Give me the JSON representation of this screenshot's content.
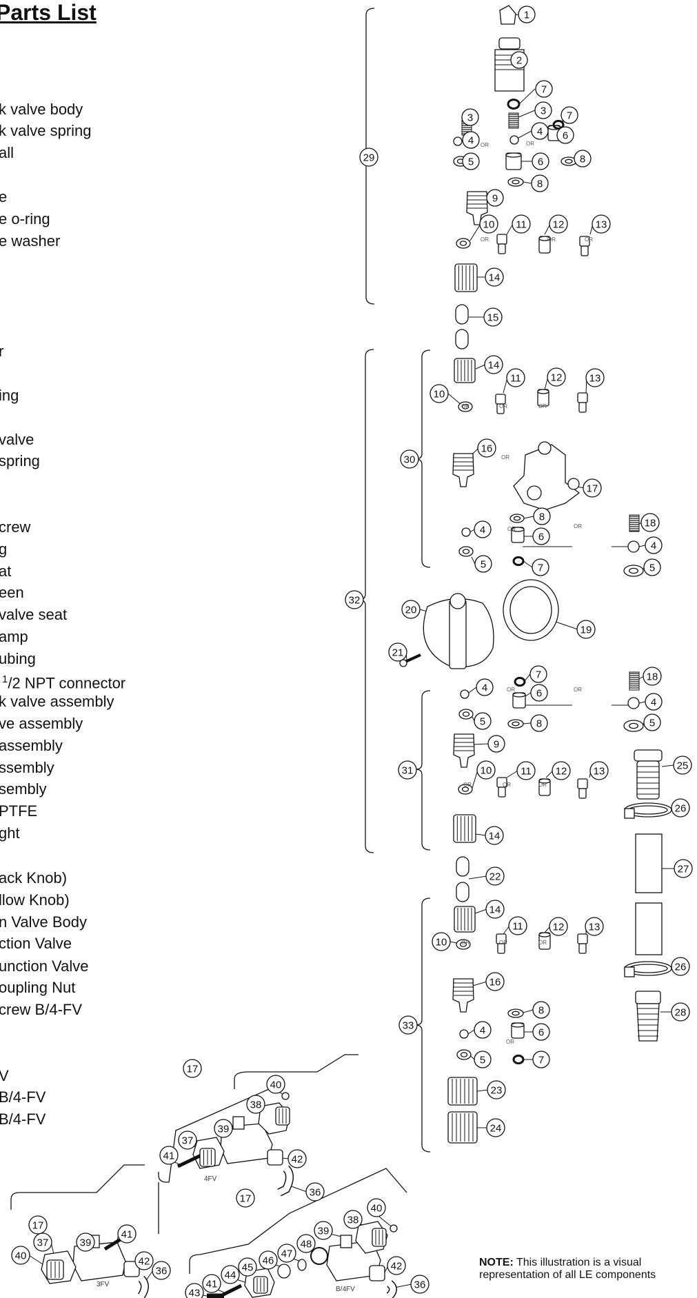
{
  "title": "Parts List",
  "parts_list": [
    "k valve body",
    "k valve spring",
    "all",
    "e",
    "e o-ring",
    "e washer",
    "r",
    "ing",
    "valve",
    "spring",
    "crew",
    "g",
    "at",
    "een",
    "valve seat",
    "amp",
    "ubing",
    "/2 NPT connector",
    "k valve assembly",
    "ve assembly",
    "assembly",
    "ssembly",
    "sembly",
    "PTFE",
    "ght",
    "ack Knob)",
    "llow Knob)",
    "n Valve Body",
    "ction Valve",
    "unction Valve",
    "oupling Nut",
    "crew B/4-FV",
    "V",
    "B/4-FV",
    "B/4-FV"
  ],
  "connector_fraction_numerator": "1",
  "diagram": {
    "or_text": "OR",
    "sub_labels": {
      "4fv": "4FV",
      "3fv": "3FV",
      "b4fv": "B/4FV"
    },
    "callouts": [
      "1",
      "2",
      "3",
      "4",
      "5",
      "6",
      "7",
      "8",
      "9",
      "10",
      "11",
      "12",
      "13",
      "14",
      "15",
      "16",
      "17",
      "18",
      "19",
      "20",
      "21",
      "22",
      "23",
      "24",
      "25",
      "26",
      "27",
      "28",
      "29",
      "30",
      "31",
      "32",
      "33",
      "36",
      "37",
      "38",
      "39",
      "40",
      "41",
      "42",
      "43",
      "44",
      "45",
      "46",
      "47",
      "48"
    ]
  },
  "note": {
    "label": "NOTE:",
    "text": "This illustration is a visual representation of all LE components"
  }
}
